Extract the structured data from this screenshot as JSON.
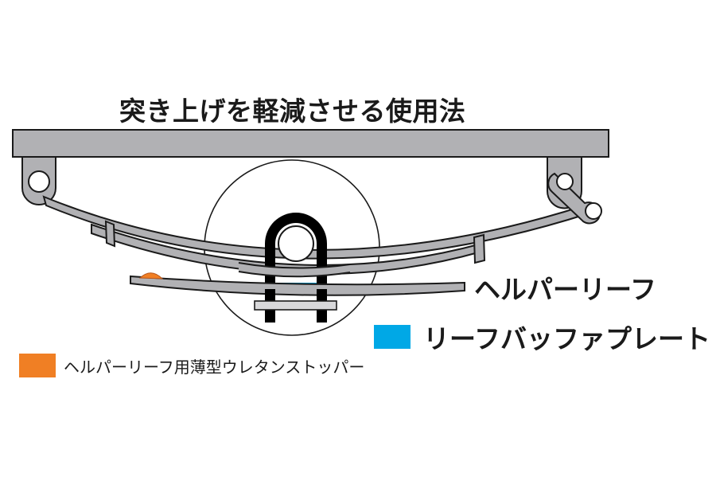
{
  "title": "突き上げを軽減させる使用法",
  "labels": {
    "helper_leaf": "ヘルパーリーフ"
  },
  "legend": [
    {
      "label": "リーフバッファプレート",
      "color": "#00a8e6",
      "icon": "blue-square-swatch"
    },
    {
      "label": "ヘルパーリーフ用薄型ウレタンストッパー",
      "color": "#f07f24",
      "icon": "orange-square-swatch"
    }
  ],
  "colors": {
    "frame": "#b1b1b4",
    "leaf": "#b1b1b4",
    "outline": "#1a1a1a",
    "u_bolt": "#000000",
    "plate": "#d8d8da",
    "buffer": "#00a8e6",
    "stopper": "#f07f24"
  }
}
